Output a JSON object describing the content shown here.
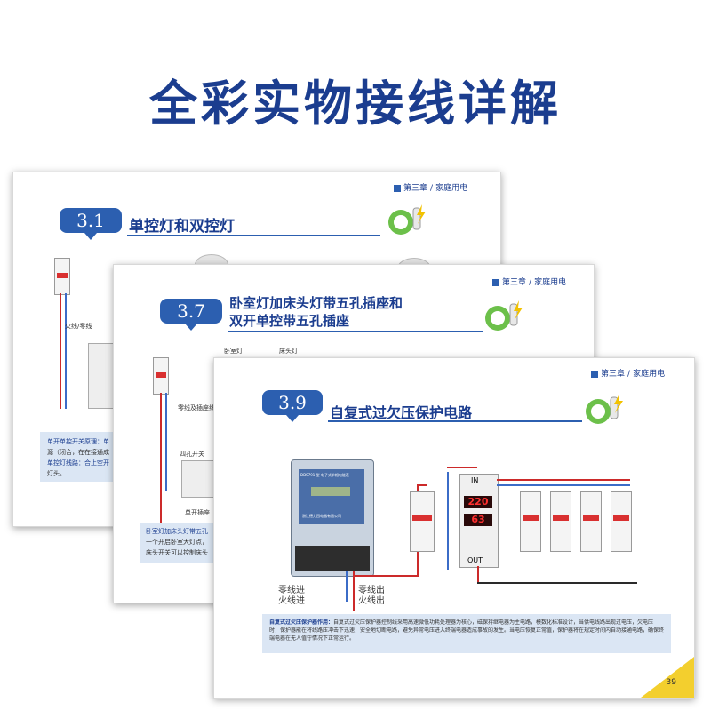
{
  "headline": "全彩实物接线详解",
  "chapter": {
    "label": "第三章",
    "name": "家庭用电"
  },
  "page1": {
    "badge": "3.1",
    "title": "单控灯和双控灯",
    "small_label": "火线/零线",
    "info_line1": "单开单控开关原理：单",
    "info_line2": "源（闭合，在在接通成",
    "info_line3": "单控灯线路：合上空开",
    "info_line4": "灯头。"
  },
  "page2": {
    "badge": "3.7",
    "title_line1": "卧室灯加床头灯带五孔插座和",
    "title_line2": "双开单控带五孔插座",
    "label_a": "卧室灯",
    "label_b": "床头灯",
    "label_c": "零线及插座线",
    "label_d": "四孔开关",
    "label_e": "单开插座",
    "info_line1": "卧室灯加床头灯带五孔",
    "info_line2": "一个开启卧室大灯点，",
    "info_line3": "床头开关可以控制床头"
  },
  "page3": {
    "badge": "3.9",
    "title": "自复式过欠压保护电路",
    "meter_model": "DDS791 型 电子式单相电能表",
    "meter_brand": "浙江德力西电器有限公司",
    "display_top": "220",
    "display_bottom": "63",
    "label_in": "IN",
    "label_out": "OUT",
    "label_neutral_in": "零线进",
    "label_live_in": "火线进",
    "label_neutral_out": "零线出",
    "label_live_out": "火线出",
    "info_heading": "自复式过欠压保护器作用：",
    "info_text": "自复式过欠压保护器控制线采用高速微低功耗处理器为核心，磁保持继电器为主电路，模数化标准设计，当供电线路出现过电压，欠电压时，保护器能在将线路压冲击下迅速，安全地切断电路，避免异常电压进入终端电器造成事故的发生。当电压恢复正常值，保护器将在规定时间内自动接通电路，确保终端电器在无人值守情况下正常运行。",
    "page_number": "39"
  }
}
